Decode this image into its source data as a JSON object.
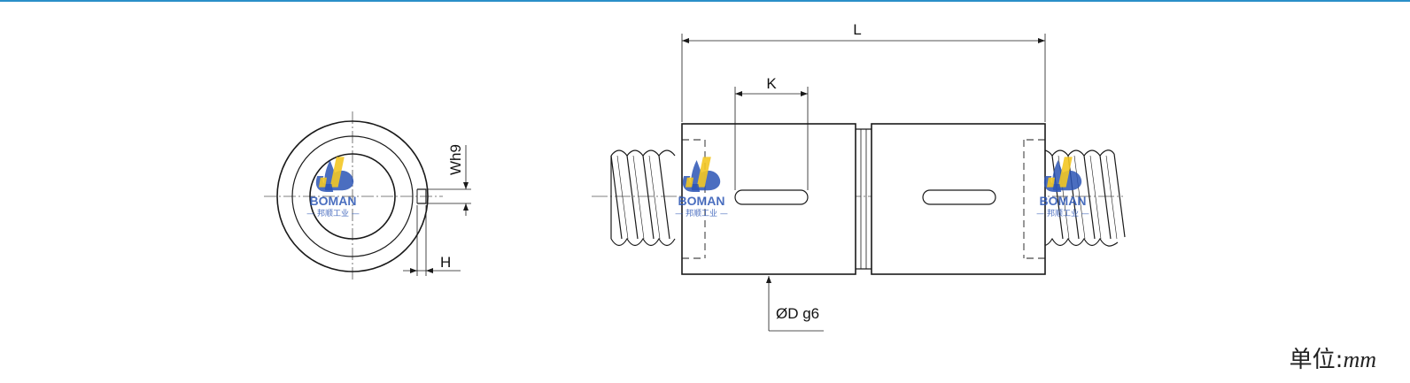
{
  "colors": {
    "top_rule": "#2a8fc8",
    "line": "#1a1a1a",
    "centerline": "#555555",
    "logo_blue": "#2b55b5",
    "logo_yellow": "#f3c624"
  },
  "dimensions": {
    "length": "L",
    "keyway_length": "K",
    "keyway_width": "Wh9",
    "keyway_depth": "H",
    "outer_diameter": "ØD g6"
  },
  "watermark": {
    "brand": "BOMAN",
    "brand_cn": "— 邦顺工业 —",
    "icon": "boman-logo-icon"
  },
  "unit": {
    "prefix": "单位:",
    "value": "mm"
  }
}
